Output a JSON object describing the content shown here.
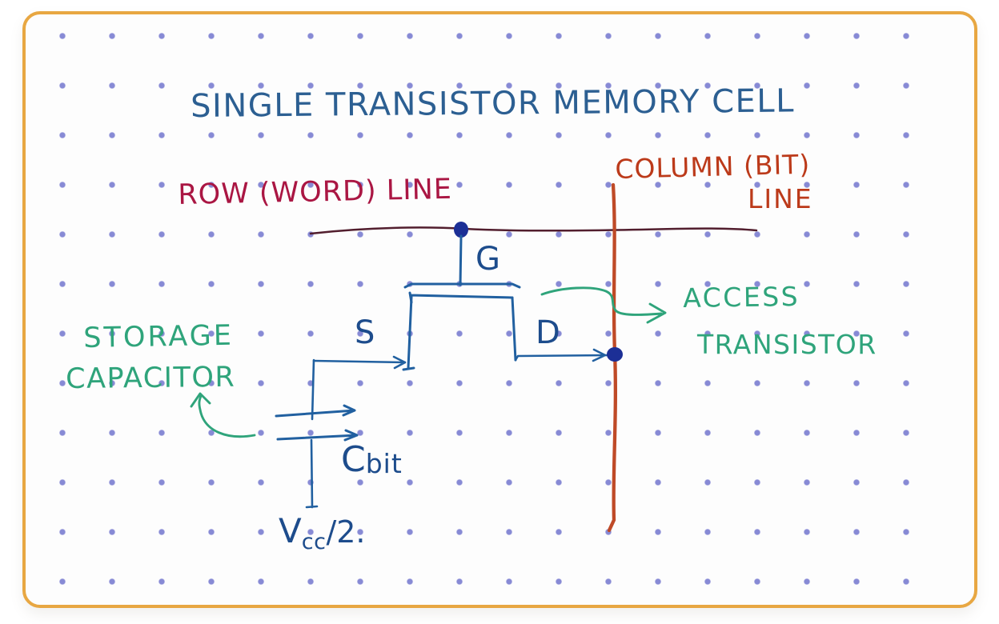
{
  "title": {
    "text": "SINGLE TRANSISTOR MEMORY CELL"
  },
  "labels": {
    "row_line": "ROW (WORD) LINE",
    "column_line_top": "COLUMN (BIT)",
    "column_line_bottom": "LINE",
    "gate": "G",
    "source": "S",
    "drain": "D",
    "access_line1": "ACCESS",
    "access_line2": "TRANSISTOR",
    "storage_line1": "STORAGE",
    "storage_line2": "CAPACITOR",
    "cap_name": "C",
    "cap_subscript": "bit",
    "vcc_name": "V",
    "vcc_subscript": "cc",
    "vcc_suffix": "/2."
  },
  "colors": {
    "border": "#e8a742",
    "paper": "#fdfdfd",
    "grid_dot": "#7a7dd0",
    "title_ink": "#2c5f92",
    "circuit_ink": "#2160a0",
    "terminal_ink": "#1d4c8c",
    "junction_ink": "#1c2f96",
    "row_label_ink": "#aa1643",
    "row_wire_ink": "#521e2e",
    "column_label_ink": "#bc3a1a",
    "column_wire_ink": "#bf4a27",
    "annotation_ink": "#2fa47b"
  }
}
